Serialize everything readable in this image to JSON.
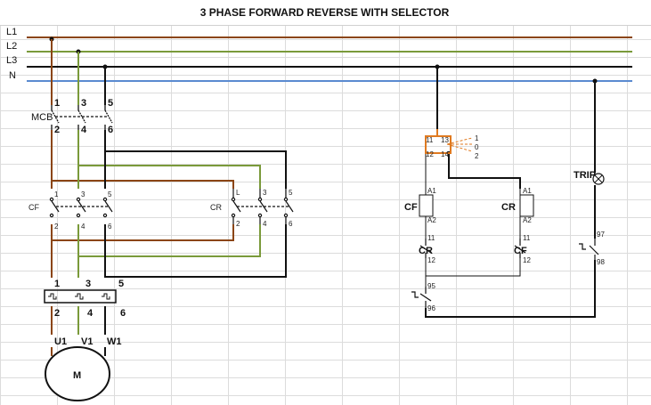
{
  "title": "3 PHASE FORWARD REVERSE WITH SELECTOR",
  "colors": {
    "L1": "#8B4513",
    "L2": "#7A9A3A",
    "L3": "#111111",
    "N": "#5B8BD0",
    "selector": "#E07A20",
    "line_label_L1": "#8B4513",
    "line_label_L2": "#6A8A2A",
    "line_label_L3": "#222222",
    "line_label_N": "#3B6BC0"
  },
  "lines": {
    "l1": "L1",
    "l2": "L2",
    "l3": "L3",
    "n": "N"
  },
  "mcb": {
    "label": "MCB",
    "top_terminals": [
      "1",
      "3",
      "5"
    ],
    "bottom_terminals": [
      "2",
      "4",
      "6"
    ]
  },
  "cf": {
    "label": "CF",
    "top_terminals": [
      "1",
      "3",
      "5"
    ],
    "bottom_terminals": [
      "2",
      "4",
      "6"
    ]
  },
  "cr": {
    "label": "CR",
    "top_terminals": [
      "L",
      "3",
      "5"
    ],
    "bottom_terminals": [
      "2",
      "4",
      "6"
    ]
  },
  "overload": {
    "top_terminals": [
      "1",
      "3",
      "5"
    ],
    "bottom_terminals": [
      "2",
      "4",
      "6"
    ]
  },
  "motor": {
    "label": "M",
    "terminals": [
      "U1",
      "V1",
      "W1"
    ]
  },
  "selector": {
    "contacts": [
      "11",
      "13",
      "12",
      "14"
    ],
    "positions": [
      "1",
      "0",
      "2"
    ]
  },
  "coil_cf": {
    "label": "CF",
    "a1": "A1",
    "a2": "A2"
  },
  "coil_cr": {
    "label": "CR",
    "a1": "A1",
    "a2": "A2"
  },
  "interlock_cr": {
    "label": "CR",
    "t1": "11",
    "t2": "12"
  },
  "interlock_cf": {
    "label": "CF",
    "t1": "11",
    "t2": "12"
  },
  "ol_contact_nc": {
    "t1": "95",
    "t2": "96"
  },
  "ol_contact_no": {
    "t1": "97",
    "t2": "98"
  },
  "trip_lamp": {
    "label": "TRIP"
  }
}
